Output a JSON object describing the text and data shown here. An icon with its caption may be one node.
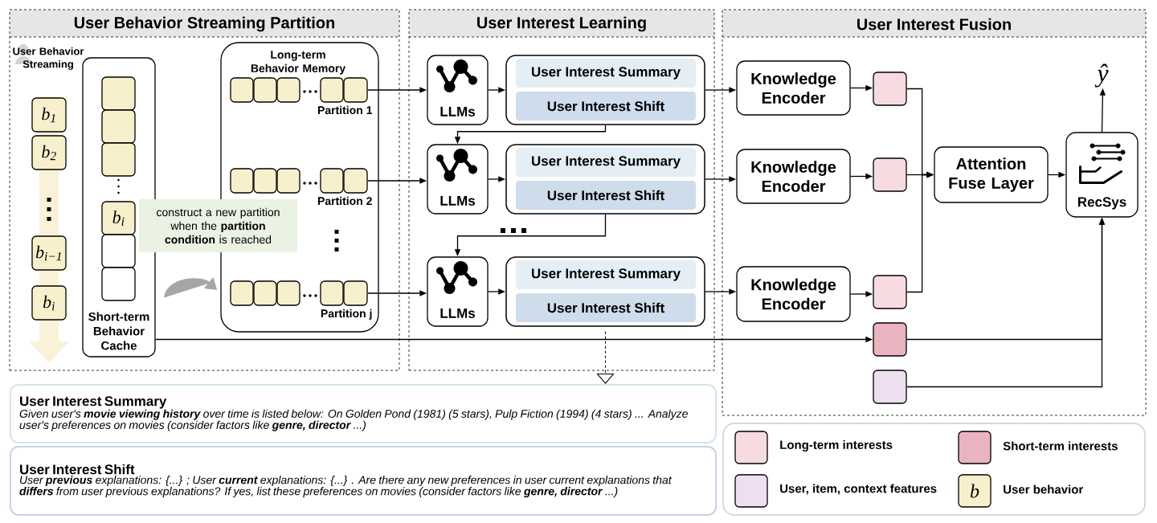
{
  "diagram": {
    "nodes": [
      {
        "text": [
          "User Behavior Streaming Partition"
        ]
      },
      {
        "text": [
          "b$_{1}$"
        ],
        "in": 0
      },
      {
        "text": [
          "b$_{2}$"
        ],
        "in": 0
      },
      {
        "text": [
          "b$_{i−1}$"
        ],
        "in": 0
      },
      {
        "text": [
          "b$_{i}$"
        ],
        "in": 0
      },
      {
        "text": [
          "Short-term Behavior Cache"
        ],
        "in": 0
      },
      {
        "text": [],
        "shape": "box",
        "in": 5
      },
      {
        "text": [],
        "shape": "box",
        "in": 5
      },
      {
        "text": [],
        "shape": "box",
        "in": 5
      },
      {
        "text": [
          "b$_{i}$"
        ],
        "in": 5
      },
      {
        "text": [],
        "shape": "box",
        "in": 5
      },
      {
        "text": [],
        "shape": "box",
        "in": 5
      },
      {
        "text": [
          "construct a new partition when the **partition condition** is reached"
        ],
        "in": 0
      },
      {
        "text": [
          "Long-term Behavior Memory"
        ],
        "in": 0
      },
      {
        "text": [],
        "shape": "box",
        "in": 13
      },
      {
        "text": [],
        "shape": "box",
        "in": 13
      },
      {
        "text": [],
        "shape": "box",
        "in": 13
      },
      {
        "text": [],
        "shape": "box",
        "in": 13
      },
      {
        "text": [],
        "shape": "box",
        "in": 13,
        "beside": [
          "Partition 1"
        ]
      },
      {
        "text": [],
        "shape": "box",
        "in": 13
      },
      {
        "text": [],
        "shape": "box",
        "in": 13
      },
      {
        "text": [],
        "shape": "box",
        "in": 13
      },
      {
        "text": [],
        "shape": "box",
        "in": 13
      },
      {
        "text": [],
        "shape": "box",
        "in": 13,
        "beside": [
          "Partition 2"
        ]
      },
      {
        "text": [],
        "shape": "box",
        "in": 13
      },
      {
        "text": [],
        "shape": "box",
        "in": 13
      },
      {
        "text": [],
        "shape": "box",
        "in": 13
      },
      {
        "text": [],
        "shape": "box",
        "in": 13
      },
      {
        "text": [],
        "shape": "box",
        "in": 13,
        "beside": [
          "Partition j"
        ]
      },
      {
        "text": [
          "User Interest Learning"
        ]
      },
      {
        "text": [
          "LLMs"
        ],
        "in": 29
      },
      {
        "text": [],
        "shape": "box",
        "in": 29
      },
      {
        "text": [
          "User Interest Summary"
        ],
        "in": 31
      },
      {
        "text": [
          "User Interest Shift"
        ],
        "in": 31
      },
      {
        "text": [
          "LLMs"
        ],
        "in": 29
      },
      {
        "text": [],
        "shape": "box",
        "in": 29
      },
      {
        "text": [
          "User Interest Summary"
        ],
        "in": 35
      },
      {
        "text": [
          "User Interest Shift"
        ],
        "in": 35
      },
      {
        "text": [
          "LLMs"
        ],
        "in": 29
      },
      {
        "text": [],
        "shape": "box",
        "in": 29
      },
      {
        "text": [
          "User Interest Summary"
        ],
        "in": 39
      },
      {
        "text": [
          "User Interest Shift"
        ],
        "in": 39
      },
      {
        "text": [
          "User Interest Fusion"
        ]
      },
      {
        "text": [
          "Knowledge Encoder"
        ],
        "in": 42
      },
      {
        "text": [],
        "shape": "box",
        "in": 42
      },
      {
        "text": [
          "Knowledge Encoder"
        ],
        "in": 42
      },
      {
        "text": [],
        "shape": "box",
        "in": 42
      },
      {
        "text": [
          "Attention Fuse Layer"
        ],
        "in": 42
      },
      {
        "text": [
          "RecSys"
        ],
        "in": 42
      },
      {
        "text": [
          "ŷ"
        ],
        "in": 42
      },
      {
        "text": [
          "Knowledge Encoder"
        ],
        "in": 42
      },
      {
        "text": [],
        "shape": "box",
        "in": 42
      },
      {
        "text": [],
        "shape": "box",
        "in": 42
      },
      {
        "text": [],
        "shape": "box",
        "in": 42
      },
      {
        "text": [
          "User Interest Summary",
          "Given user's **movie viewing history** over time is listed below: On Golden Pond (1981) (5 stars), Pulp Fiction (1994) (4 stars) ... Analyze user's preferences on movies (consider factors like **genre, director** ...)"
        ]
      },
      {
        "text": [
          "User Interest Shift",
          "User **previous** explanations: {...} ; User **current** explanations: {...} . Are there any new preferences in user current explanations that **differs** from user previous explanations? If yes, list these preferences on movies (consider factors like **genre, director** ...)"
        ]
      }
    ],
    "edges": [
      {
        "from": 5,
        "to": 13,
        "arrow": "to",
        "style": "thick",
        "color": "#a6a6a6"
      },
      {
        "from": 18,
        "to": 30,
        "arrow": "to"
      },
      {
        "from": 23,
        "to": 34,
        "arrow": "to"
      },
      {
        "from": 28,
        "to": 38,
        "arrow": "to"
      },
      {
        "from": 30,
        "to": 31,
        "arrow": "to"
      },
      {
        "from": 34,
        "to": 35,
        "arrow": "to"
      },
      {
        "from": 38,
        "to": 39,
        "arrow": "to"
      },
      {
        "from": 31,
        "to": 34,
        "arrow": "to"
      },
      {
        "from": 35,
        "to": 38,
        "arrow": "to"
      },
      {
        "from": 31,
        "to": 43,
        "arrow": "to"
      },
      {
        "from": 35,
        "to": 45,
        "arrow": "to"
      },
      {
        "from": 39,
        "to": 50,
        "arrow": "to"
      },
      {
        "from": 43,
        "to": 44,
        "arrow": "to"
      },
      {
        "from": 45,
        "to": 46,
        "arrow": "to"
      },
      {
        "from": 50,
        "to": 51,
        "arrow": "to"
      },
      {
        "from": 44,
        "to": 47,
        "arrow": "to"
      },
      {
        "from": 46,
        "to": 47,
        "arrow": "to"
      },
      {
        "from": 51,
        "to": 47,
        "arrow": "to"
      },
      {
        "from": 47,
        "to": 48,
        "arrow": "to"
      },
      {
        "from": 48,
        "to": 49,
        "arrow": "to"
      },
      {
        "from": 5,
        "to": 52,
        "arrow": "to"
      },
      {
        "from": 52,
        "to": 48,
        "arrow": "to"
      },
      {
        "from": 53,
        "to": 48,
        "arrow": "to"
      },
      {
        "from": 39,
        "to": 54,
        "arrow": "to",
        "style": "dashed"
      }
    ],
    "labels": [
      "User Behavior Streaming",
      "b"
    ],
    "legend": [
      {
        "text": "Long-term interests",
        "color": "#f6dbe0"
      },
      {
        "text": "Short-term interests",
        "color": "#e9b3bf"
      },
      {
        "text": "User, item, context features",
        "color": "#eddff0"
      },
      {
        "text": "User behavior",
        "color": "#f8efcc"
      }
    ]
  }
}
